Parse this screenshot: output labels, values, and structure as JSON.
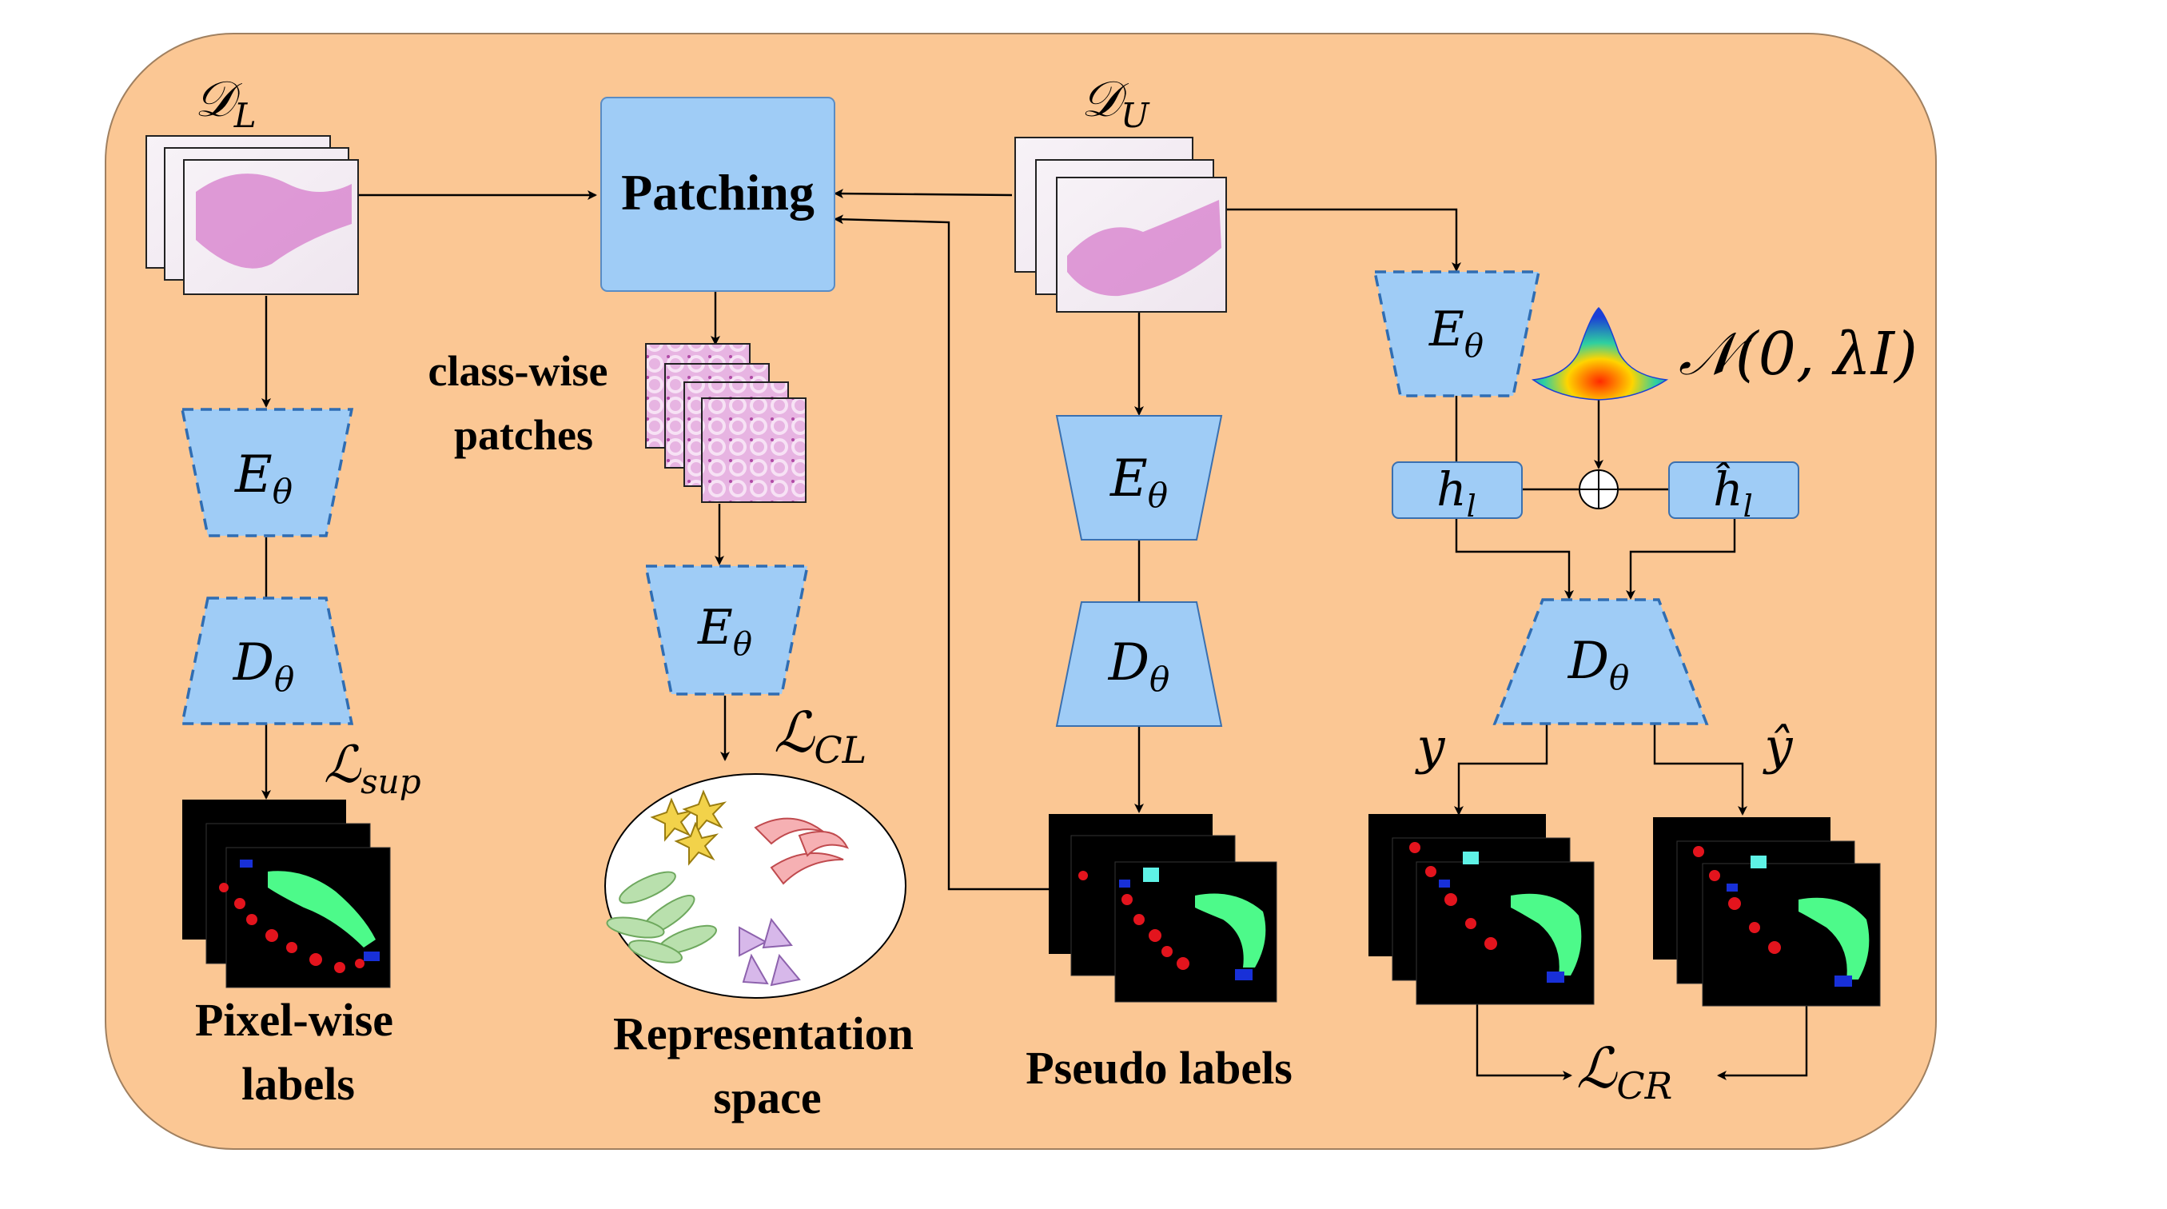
{
  "inputs": {
    "labeled_set": "𝒟",
    "labeled_sub": "L",
    "unlabeled_set": "𝒟",
    "unlabeled_sub": "U"
  },
  "patching": {
    "label": "Patching",
    "patches_caption_line1": "class-wise",
    "patches_caption_line2": "patches"
  },
  "encoder_symbol": "E",
  "decoder_symbol": "D",
  "param_sub": "θ",
  "losses": {
    "sup_main": "ℒ",
    "sup_sub": "sup",
    "cl_main": "ℒ",
    "cl_sub": "CL",
    "cr_main": "ℒ",
    "cr_sub": "CR"
  },
  "perturbation": {
    "noise_label": "𝒩(0, λI)",
    "h": "h",
    "h_hat": "ĥ",
    "h_sub": "l",
    "plus": "+",
    "y": "y",
    "y_hat": "ŷ"
  },
  "captions": {
    "pixel_line1": "Pixel-wise",
    "pixel_line2": "labels",
    "repr_line1": "Representation",
    "repr_line2": "space",
    "pseudo": "Pseudo labels"
  },
  "colors": {
    "background_panel": "#fbc794",
    "block_fill": "#9fccf6",
    "block_stroke": "#2f6db3",
    "seg_green": "#4dfa8a",
    "seg_red": "#e3141d",
    "seg_blue": "#1830d8",
    "seg_cyan": "#5ef2e6"
  }
}
